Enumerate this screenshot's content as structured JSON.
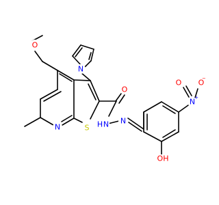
{
  "colors": {
    "bond": "#000000",
    "carbon": "#000000",
    "nitrogen": "#0000ff",
    "oxygen": "#ff0000",
    "sulfur": "#c8c800",
    "background": "#ffffff"
  },
  "atoms": [
    {
      "symbol": "O",
      "element": "oxygen",
      "charge": ""
    },
    {
      "symbol": "N",
      "element": "nitrogen",
      "charge": ""
    },
    {
      "symbol": "O",
      "element": "oxygen",
      "charge": ""
    },
    {
      "symbol": "N",
      "element": "nitrogen",
      "charge": "+"
    },
    {
      "symbol": "O",
      "element": "oxygen",
      "charge": "−"
    },
    {
      "symbol": "N",
      "element": "nitrogen",
      "charge": ""
    },
    {
      "symbol": "S",
      "element": "sulfur",
      "charge": ""
    },
    {
      "symbol": "H",
      "element": "nitrogen",
      "charge": ""
    },
    {
      "symbol": "N",
      "element": "nitrogen",
      "charge": ""
    },
    {
      "symbol": "N",
      "element": "nitrogen",
      "charge": ""
    },
    {
      "symbol": "OH",
      "element": "oxygen",
      "charge": ""
    }
  ]
}
